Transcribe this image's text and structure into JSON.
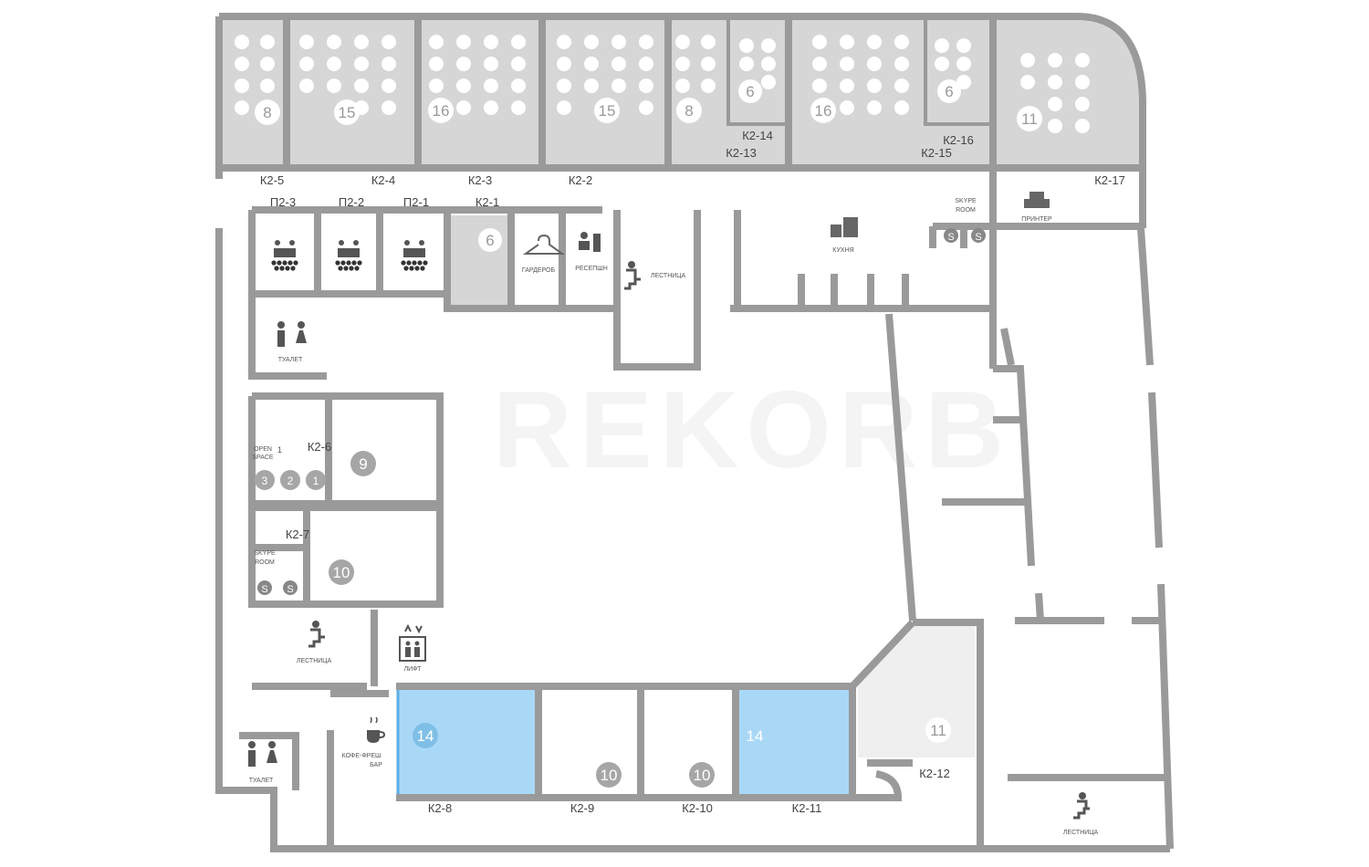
{
  "brand": {
    "watermark": "REKORB"
  },
  "colors": {
    "wall": "#9a9a9a",
    "office_fill": "#d6d6d6",
    "light_fill": "#efefef",
    "selected_fill": "#a9d8f7",
    "selected_border": "#5aaee6",
    "seat": "#ffffff",
    "seat_dark": "#a6a6a6"
  },
  "offices": {
    "k2_1": {
      "label": "К2-1",
      "capacity": "6"
    },
    "k2_2": {
      "label": "К2-2",
      "capacity": "15"
    },
    "k2_3": {
      "label": "К2-3",
      "capacity": "16"
    },
    "k2_4": {
      "label": "К2-4",
      "capacity": "15"
    },
    "k2_5": {
      "label": "К2-5",
      "capacity": "8"
    },
    "k2_6": {
      "label": "К2-6",
      "capacity": "9"
    },
    "k2_7": {
      "label": "К2-7",
      "capacity": "10"
    },
    "k2_8": {
      "label": "К2-8",
      "capacity": "14",
      "selected": true
    },
    "k2_9": {
      "label": "К2-9",
      "capacity": "10"
    },
    "k2_10": {
      "label": "К2-10",
      "capacity": "10"
    },
    "k2_11": {
      "label": "К2-11",
      "capacity": "14",
      "selected": true
    },
    "k2_12": {
      "label": "К2-12",
      "capacity": "11"
    },
    "k2_13": {
      "label": "К2-13",
      "capacity": "8"
    },
    "k2_14": {
      "label": "К2-14",
      "capacity": "6"
    },
    "k2_15": {
      "label": "К2-15",
      "capacity": "16"
    },
    "k2_16": {
      "label": "К2-16",
      "capacity": "6"
    },
    "k2_17": {
      "label": "К2-17",
      "capacity": "11"
    }
  },
  "meeting_rooms": {
    "p2_1": {
      "label": "П2-1"
    },
    "p2_2": {
      "label": "П2-2"
    },
    "p2_3": {
      "label": "П2-3"
    }
  },
  "amenities": {
    "wardrobe": "ГАРДЕРОБ",
    "reception": "РЕСЕПШН",
    "stairs": "ЛЕСТНИЦА",
    "kitchen": "КУХНЯ",
    "printer": "ПРИНТЕР",
    "skype_room_line1": "SKYPE",
    "skype_room_line2": "ROOM",
    "toilet": "ТУАЛЕТ",
    "elevator": "ЛИФТ",
    "coffee_line1": "КОФЕ-ФРЕШ",
    "coffee_line2": "БАР",
    "open_space_line1": "OPEN",
    "open_space_line2": "SPACE",
    "open_space_num": "1",
    "open_space_seats": [
      "3",
      "2",
      "1"
    ],
    "skype_glyph": "S"
  },
  "icons": [
    "skype-icon",
    "stairs-icon",
    "toilet-icon",
    "elevator-icon",
    "coffee-icon",
    "wardrobe-hanger-icon",
    "reception-icon",
    "kitchen-icon",
    "printer-icon",
    "meeting-table-icon"
  ]
}
